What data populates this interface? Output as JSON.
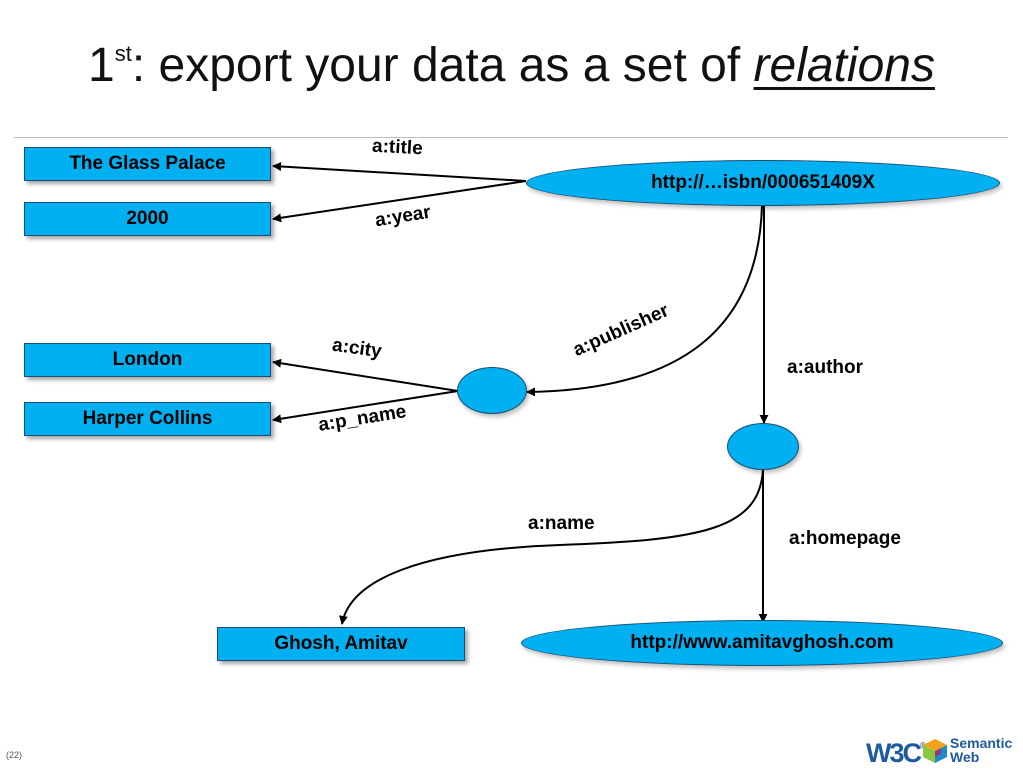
{
  "slide": {
    "title_prefix": "1",
    "title_sup": "st",
    "title_colon": ":",
    "title_main": " export your data as a set of ",
    "title_emphasis": "relations",
    "page_number": "(22)"
  },
  "nodes": {
    "book": "http://…isbn/000651409X",
    "title_value": "The Glass Palace",
    "year_value": "2000",
    "city_value": "London",
    "publisher_name": "Harper Collins",
    "author_name": "Ghosh, Amitav",
    "homepage": "http://www.amitavghosh.com",
    "publisher_blank": "",
    "author_blank": ""
  },
  "edges": {
    "title": "a:title",
    "year": "a:year",
    "publisher": "a:publisher",
    "author": "a:author",
    "city": "a:city",
    "p_name": "a:p_name",
    "name": "a:name",
    "homepage": "a:homepage"
  },
  "logo": {
    "org": "W3C",
    "line1": "Semantic",
    "line2": "Web"
  },
  "colors": {
    "node_fill": "#00b0f0",
    "node_border": "#1a4f73",
    "edge": "#000000"
  }
}
